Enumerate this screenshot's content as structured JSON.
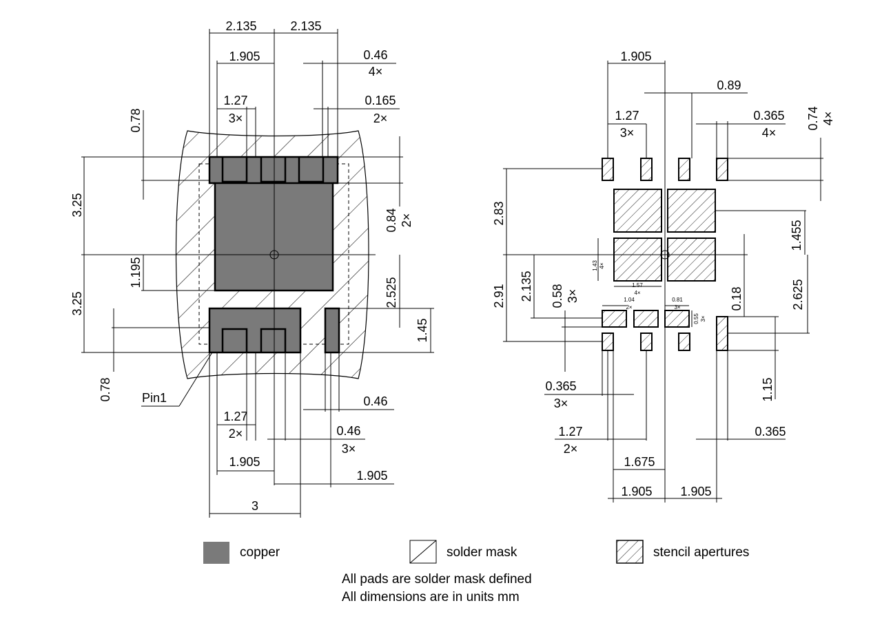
{
  "left_view": {
    "dims": {
      "top_left": "2.135",
      "top_right": "2.135",
      "w_1905": "1.905",
      "w_046": "0.46",
      "m_046": "4×",
      "w_127": "1.27",
      "m_127": "3×",
      "w_0165": "0.165",
      "m_0165": "2×",
      "h_078_top": "0.78",
      "h_325_top": "3.25",
      "h_084": "0.84",
      "m_084": "2×",
      "h_1195": "1.195",
      "h_2525": "2.525",
      "h_325_bot": "3.25",
      "h_145": "1.45",
      "h_078_bot": "0.78",
      "pin1": "Pin1",
      "b_046": "0.46",
      "b_127": "1.27",
      "b_127m": "2×",
      "b_046b": "0.46",
      "b_046bm": "3×",
      "b_1905": "1.905",
      "b_1905r": "1.905",
      "b_3": "3"
    }
  },
  "right_view": {
    "dims": {
      "w_1905": "1.905",
      "w_089": "0.89",
      "w_127": "1.27",
      "m_127": "3×",
      "w_0365": "0.365",
      "m_0365": "4×",
      "h_074": "0.74",
      "m_074": "4×",
      "h_283": "2.83",
      "h_1455": "1.455",
      "h_291": "2.91",
      "h_2135": "2.135",
      "h_058": "0.58",
      "m_058": "3×",
      "h_018": "0.18",
      "h_2625": "2.625",
      "h_115": "1.15",
      "s_143": "1.43",
      "s_143m": "4×",
      "s_157": "1.57",
      "s_157m": "4×",
      "s_104": "1.04",
      "s_104m": "2×",
      "s_081": "0.81",
      "s_081m": "3×",
      "s_055": "0.55",
      "s_055m": "3×",
      "b_0365": "0.365",
      "b_0365m": "3×",
      "b_127": "1.27",
      "b_127m": "2×",
      "b_0365r": "0.365",
      "b_1675": "1.675",
      "b_1905l": "1.905",
      "b_1905r": "1.905"
    }
  },
  "legend": {
    "copper": "copper",
    "solder_mask": "solder mask",
    "stencil": "stencil apertures",
    "colors": {
      "copper": "#7a7a7a"
    },
    "note1": "All pads are solder mask defined",
    "note2": "All dimensions are in units mm"
  }
}
